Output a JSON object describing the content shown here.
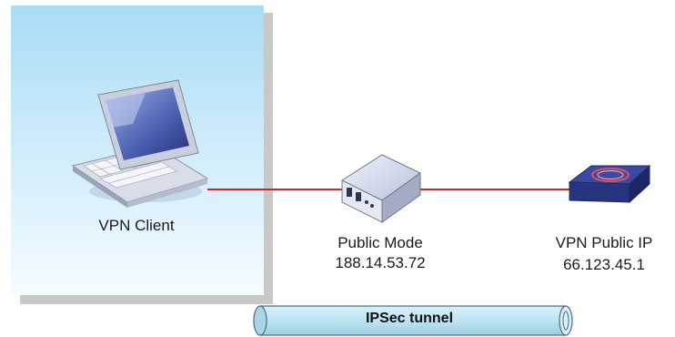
{
  "client": {
    "label": "VPN Client"
  },
  "modem": {
    "name": "Public Mode",
    "ip": "188.14.53.72"
  },
  "vpn": {
    "name": "VPN Public IP",
    "ip": "66.123.45.1"
  },
  "tunnel": {
    "label": "IPSec tunnel"
  },
  "colors": {
    "zone_top": "#a9dcf6",
    "zone_bottom": "#f4fbff",
    "zone_shadow": "#c8c8c8",
    "link_line": "#c8282d",
    "tunnel_fill": "#bfe4f2",
    "tunnel_stroke": "#4c6a7a",
    "vpn_device": "#2f3d8c",
    "vpn_ring": "#e0505a"
  }
}
